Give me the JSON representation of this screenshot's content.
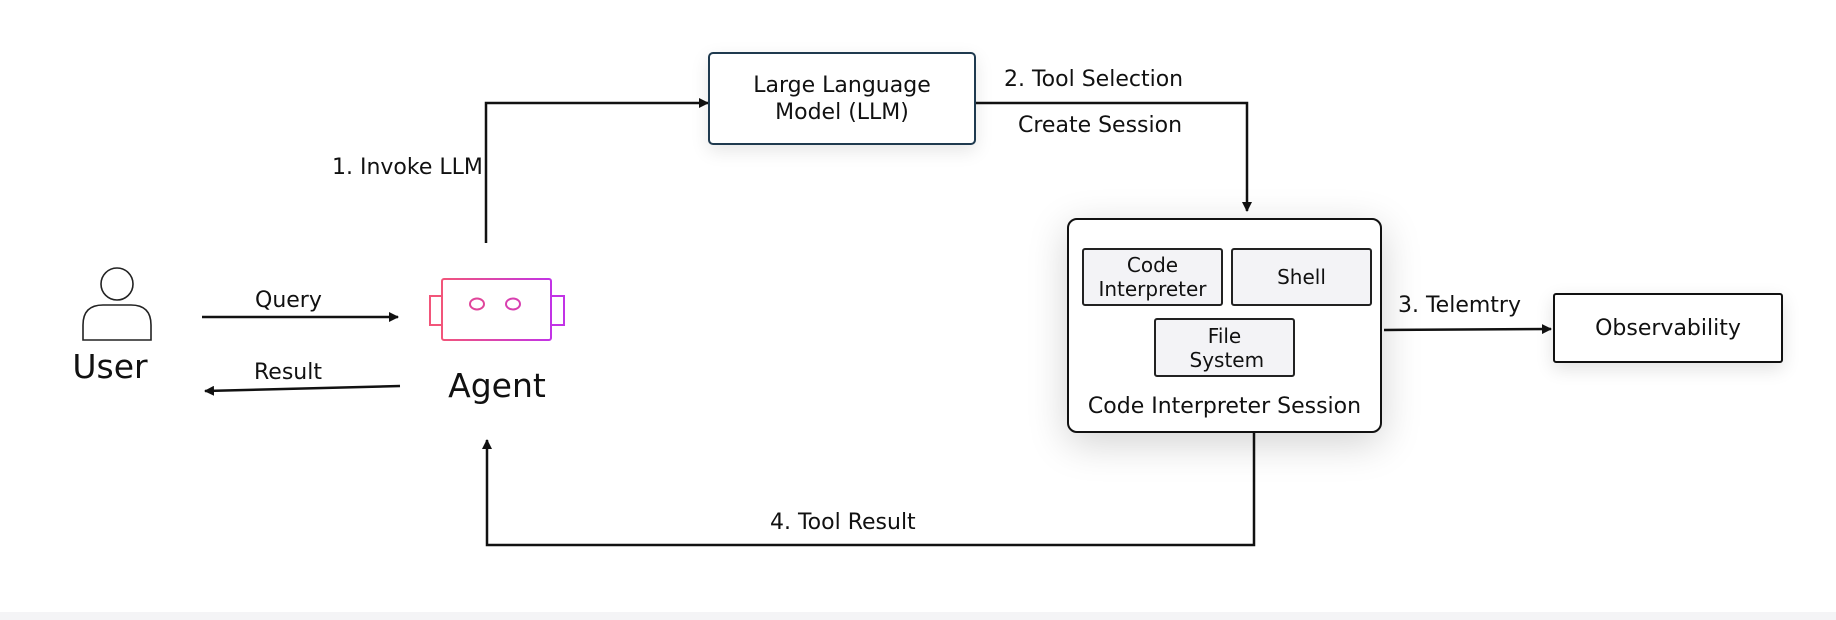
{
  "nodes": {
    "user": "User",
    "agent": "Agent",
    "llm": "Large Language Model (LLM)",
    "session": {
      "title": "Code Interpreter Session",
      "components": [
        "Code Interpreter",
        "Shell",
        "File System"
      ]
    },
    "observability": "Observability"
  },
  "edges": {
    "query": "Query",
    "result": "Result",
    "invoke_llm": "1. Invoke LLM",
    "tool_selection": "2. Tool Selection",
    "create_session": "Create Session",
    "telemetry": "3. Telemtry",
    "tool_result": "4. Tool Result"
  },
  "colors": {
    "agent_icon_left": "#f2557a",
    "agent_icon_right": "#c233e6",
    "llm_border": "#1f3a4f",
    "line": "#111111"
  },
  "icons": {
    "user": "person-icon",
    "agent": "robot-icon"
  }
}
